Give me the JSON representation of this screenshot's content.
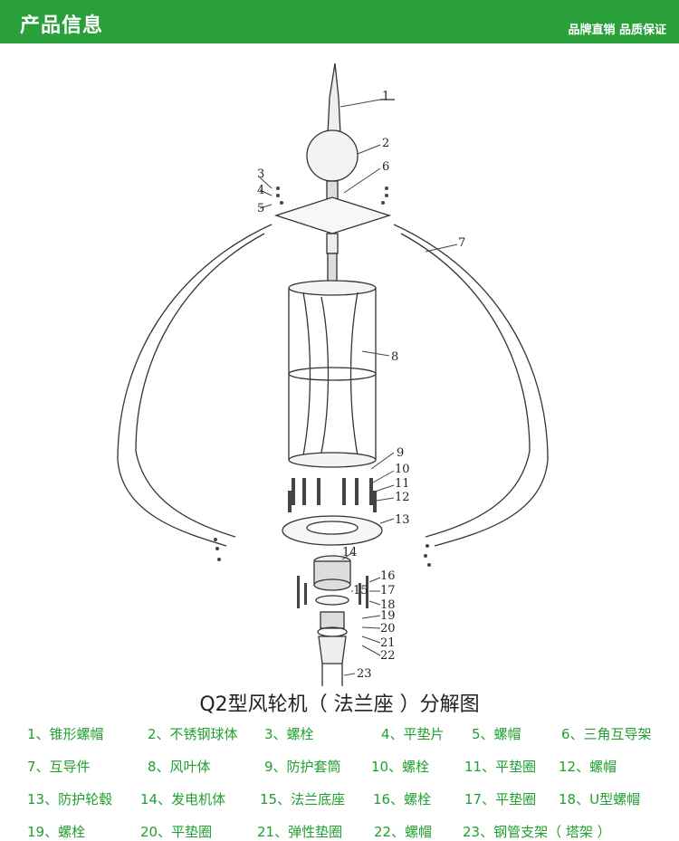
{
  "header": {
    "title": "产品信息",
    "slogan": "品牌直销 品质保证"
  },
  "diagram": {
    "caption": "Q2型风轮机（ 法兰座 ）分解图",
    "callouts": [
      "1",
      "2",
      "3",
      "4",
      "5",
      "6",
      "7",
      "8",
      "9",
      "10",
      "11",
      "12",
      "13",
      "14",
      "15",
      "16",
      "17",
      "18",
      "19",
      "20",
      "21",
      "22",
      "23"
    ]
  },
  "legend": [
    {
      "text": "1、锥形螺帽"
    },
    {
      "text": "2、不锈钢球体"
    },
    {
      "text": "3、螺栓"
    },
    {
      "text": "4、平垫片"
    },
    {
      "text": "5、螺帽"
    },
    {
      "text": "6、三角互导架"
    },
    {
      "text": "7、互导件"
    },
    {
      "text": "8、风叶体"
    },
    {
      "text": "9、防护套筒"
    },
    {
      "text": "10、螺栓"
    },
    {
      "text": "11、平垫圈"
    },
    {
      "text": "12、螺帽"
    },
    {
      "text": "13、防护轮毂"
    },
    {
      "text": "14、发电机体"
    },
    {
      "text": "15、法兰底座"
    },
    {
      "text": "16、螺栓"
    },
    {
      "text": "17、平垫圈"
    },
    {
      "text": "18、U型螺帽"
    },
    {
      "text": "19、螺栓"
    },
    {
      "text": "20、平垫圈"
    },
    {
      "text": "21、弹性垫圈"
    },
    {
      "text": "22、螺帽"
    },
    {
      "text": "23、钢管支架（ 塔架 ）"
    }
  ]
}
